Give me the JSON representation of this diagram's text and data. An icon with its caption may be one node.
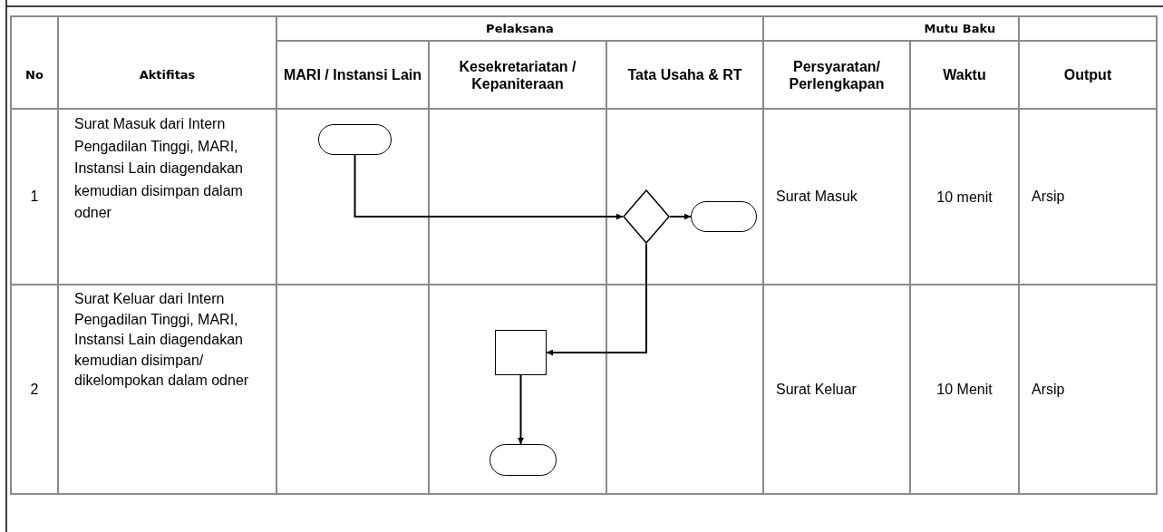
{
  "diagram": {
    "nodes": [
      {
        "text": [],
        "shape": "capsule"
      },
      {
        "text": [],
        "shape": "diamond"
      },
      {
        "text": [],
        "shape": "capsule"
      },
      {
        "text": [],
        "shape": "box"
      },
      {
        "text": [],
        "shape": "capsule"
      }
    ],
    "edges": [
      {
        "from": 0,
        "to": 1,
        "arrow": "to"
      },
      {
        "from": 1,
        "to": 2,
        "arrow": "to"
      },
      {
        "from": 1,
        "to": 3,
        "arrow": "to"
      },
      {
        "from": 3,
        "to": 4,
        "arrow": "to"
      }
    ],
    "labels": [
      "Pelaksana",
      "Mutu Baku",
      "No",
      "Aktifitas",
      "MARI / Instansi Lain",
      "Kesekretariatan / Kepaniteraan",
      "Tata Usaha & RT",
      "Persyaratan/ Perlengkapan",
      "Waktu",
      "Output",
      "1",
      "Surat Masuk dari Intern Pengadilan Tinggi, MARI, Instansi Lain diagendakan kemudian disimpan dalam odner",
      "Surat Masuk",
      "10 menit",
      "Arsip",
      "2",
      "Surat Keluar dari Intern Pengadilan Tinggi, MARI, Instansi Lain diagendakan kemudian disimpan/ dikelompokan dalam odner",
      "Surat Keluar",
      "10 Menit",
      "Arsip"
    ]
  }
}
